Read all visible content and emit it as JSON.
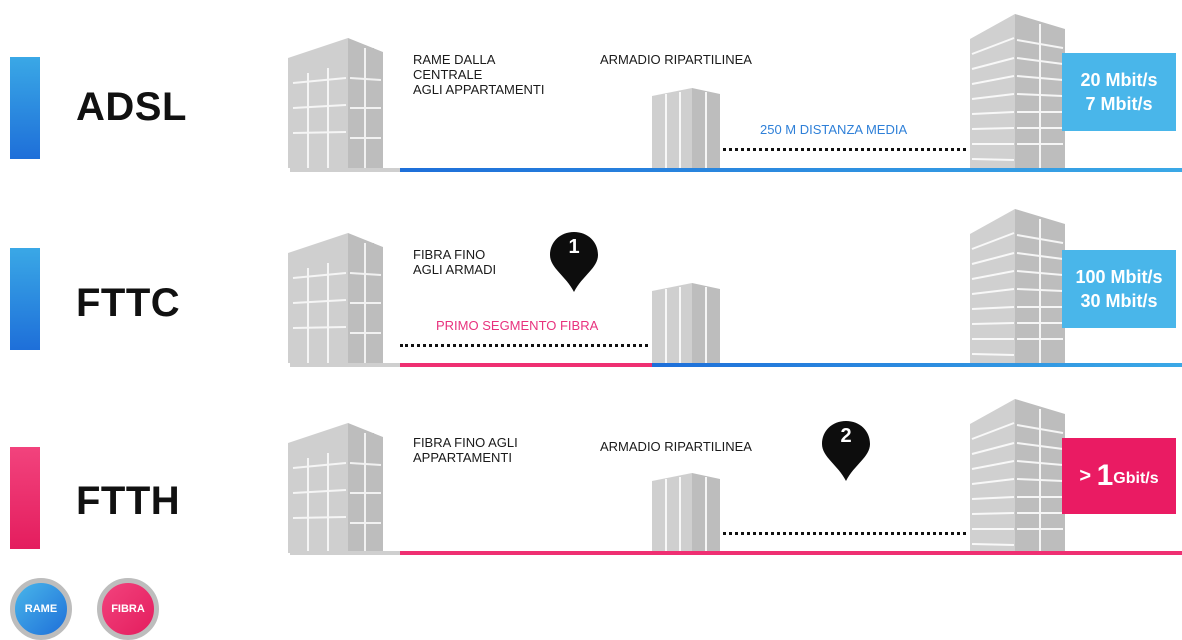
{
  "colors": {
    "copper_blue": "#3aa8e6",
    "copper_blue_dark": "#1e6fd9",
    "fiber_pink": "#ef2f72",
    "building_gray": "#c9c9c9",
    "speed_blue": "#49b6ea",
    "speed_pink": "#ea1b63"
  },
  "rows": [
    {
      "tech": "ADSL",
      "caption_left": "RAME DALLA\nCENTRALE\nAGLI APPARTAMENTI",
      "caption_mid": "ARMADIO RIPARTILINEA",
      "caption_line": "250 m DISTANZA MEDIA",
      "speed_down": "20 Mbit/s",
      "speed_up": "7 Mbit/s"
    },
    {
      "tech": "FTTC",
      "caption_left": "FIBRA FINO\nAGLI ARMADI",
      "caption_line": "PRIMO SEGMENTO FIBRA",
      "pin": "1",
      "speed_down": "100 Mbit/s",
      "speed_up": "30 Mbit/s"
    },
    {
      "tech": "FTTH",
      "caption_left": "FIBRA FINO AGLI\nAPPARTAMENTI",
      "caption_mid": "ARMADIO RIPARTILINEA",
      "pin": "2",
      "speed_prefix": "> ",
      "speed_big": "1",
      "speed_unit": "Gbit/s"
    }
  ],
  "legend": {
    "copper": "RAME",
    "fiber": "FIBRA"
  },
  "icons": {
    "central_office": "office-building-icon",
    "cabinet": "street-cabinet-icon",
    "apartments": "apartment-tower-icon",
    "pin": "map-pin-icon"
  }
}
